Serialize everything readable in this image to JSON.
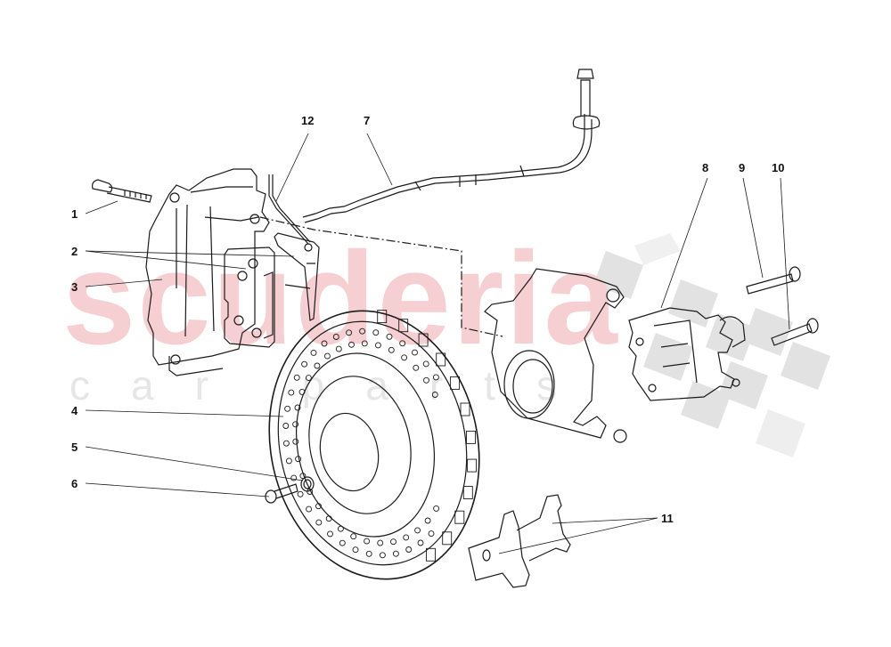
{
  "watermark": {
    "brand": "scuderia",
    "tagline": "car parts",
    "brand_color": "#f5cfd2",
    "tagline_color": "#e6e6e6",
    "flag_color": "#dcdcdc"
  },
  "diagram": {
    "subject": "Brake assembly exploded view",
    "line_color": "#1a1a1a",
    "callouts": [
      {
        "id": "1",
        "label": "1",
        "part": "Caliper bolt"
      },
      {
        "id": "2",
        "label": "2",
        "part": "Brake pads"
      },
      {
        "id": "3",
        "label": "3",
        "part": "Brake caliper"
      },
      {
        "id": "4",
        "label": "4",
        "part": "Drilled brake disc"
      },
      {
        "id": "5",
        "label": "5",
        "part": "Washer"
      },
      {
        "id": "6",
        "label": "6",
        "part": "Disc screw"
      },
      {
        "id": "7",
        "label": "7",
        "part": "Brake hose"
      },
      {
        "id": "8",
        "label": "8",
        "part": "Parking brake caliper"
      },
      {
        "id": "9",
        "label": "9",
        "part": "Bolt"
      },
      {
        "id": "10",
        "label": "10",
        "part": "Bolt"
      },
      {
        "id": "11",
        "label": "11",
        "part": "Pad set"
      },
      {
        "id": "12",
        "label": "12",
        "part": "Wear sensor"
      }
    ]
  }
}
